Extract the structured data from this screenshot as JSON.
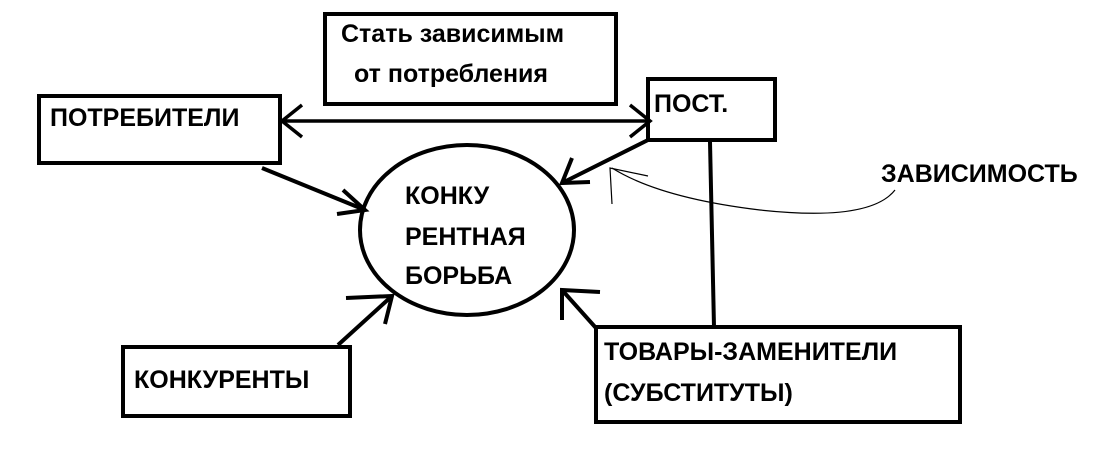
{
  "diagram": {
    "dependency_box": {
      "line1": "Стать зависимым",
      "line2": "от потребления"
    },
    "consumers": {
      "label": "ПОТРЕБИТЕЛИ"
    },
    "suppliers": {
      "label": "ПОСТ."
    },
    "center": {
      "line1": "КОНКУ",
      "line2": "РЕНТНАЯ",
      "line3": "БОРЬБА"
    },
    "dependency_label": {
      "label": "ЗАВИСИМОСТЬ"
    },
    "competitors": {
      "label": "КОНКУРЕНТЫ"
    },
    "substitutes": {
      "line1": "ТОВАРЫ-ЗАМЕНИТЕЛИ",
      "line2": "(СУБСТИТУТЫ)"
    },
    "colors": {
      "ink": "#000000",
      "background": "#ffffff"
    }
  }
}
